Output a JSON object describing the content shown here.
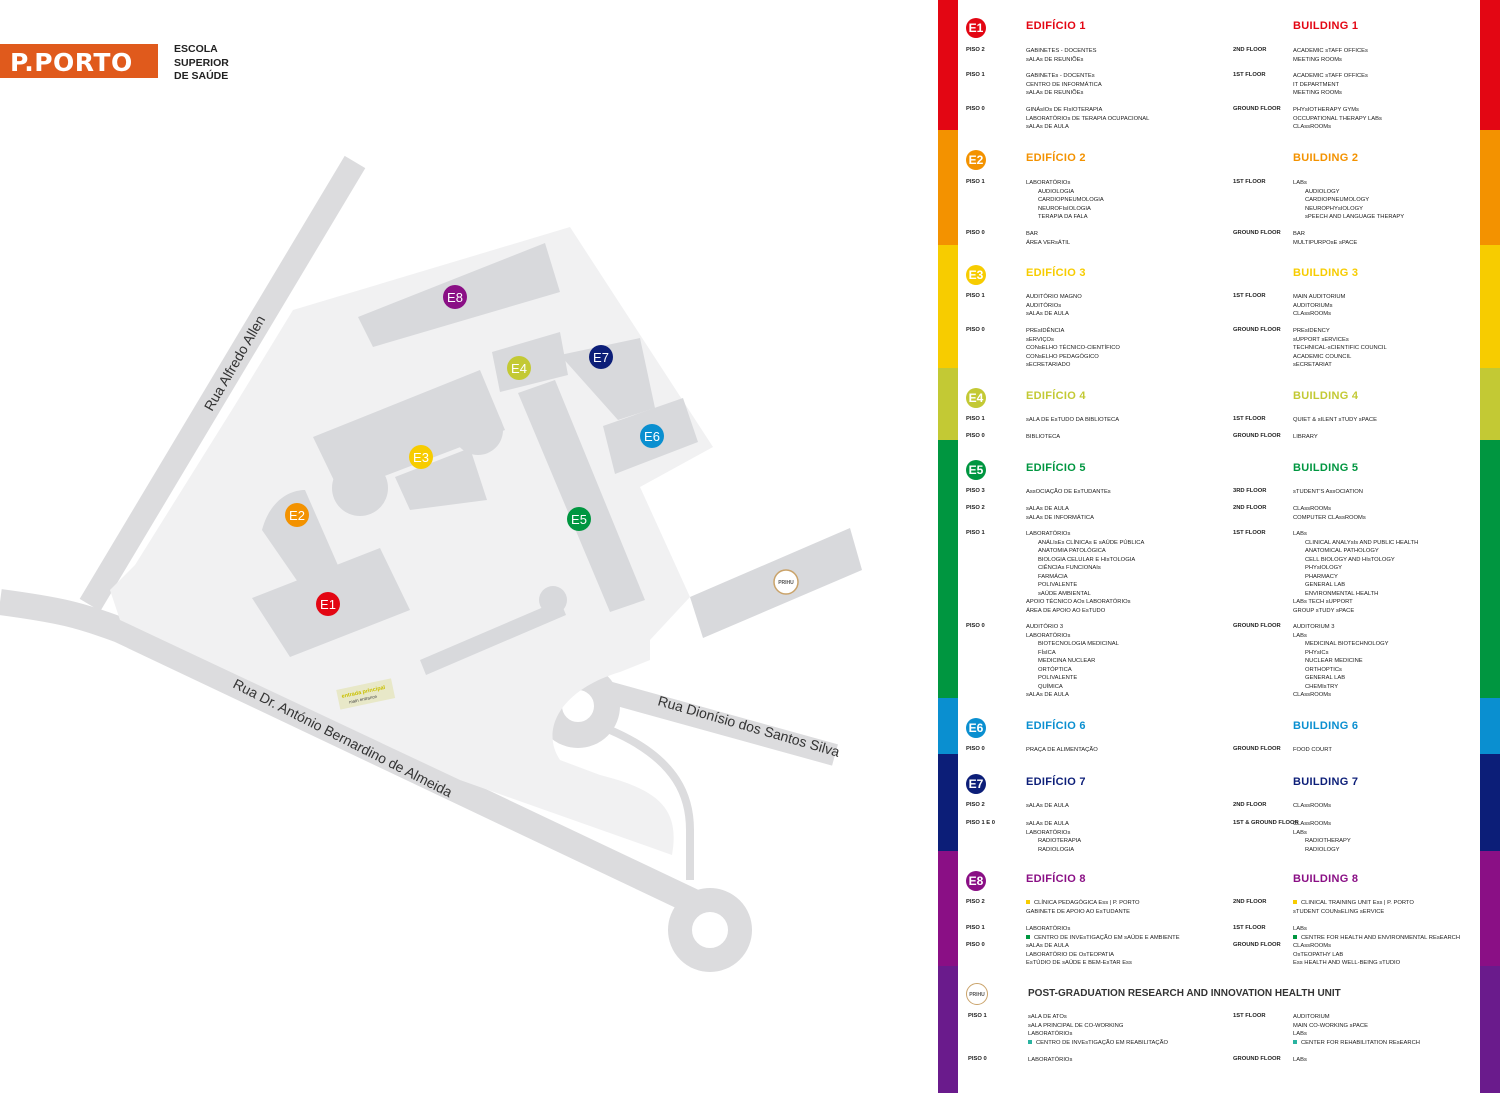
{
  "header": {
    "logo": "P.PORTO",
    "school": [
      "ESCOLA",
      "SUPERIOR",
      "DE SAÚDE"
    ]
  },
  "map": {
    "streets": [
      "Rua Alfredo Allen",
      "Rua Dr. António Bernardino de Almeida",
      "Rua Dionísio dos Santos Silva"
    ],
    "entrance": {
      "label": "entrada principal",
      "sublabel": "main entrance"
    },
    "markers": [
      "E1",
      "E2",
      "E3",
      "E4",
      "E5",
      "E6",
      "E7",
      "E8"
    ],
    "prihu_label": "PRIHU"
  },
  "colors": {
    "E1": "#e30613",
    "E2": "#f39200",
    "E3": "#f7cc00",
    "E4": "#c3c934",
    "E5": "#009640",
    "E6": "#0a8fd0",
    "E7": "#0c1e78",
    "E8": "#8a0f85",
    "PRIHU": "#6a1b8c",
    "building": "#d8d9dc",
    "ground": "#f1f1f2",
    "road": "#dcdcde",
    "logo": "#e05a1c"
  },
  "legend": {
    "buildings": [
      {
        "id": "E1",
        "pt": "EDIFÍCIO 1",
        "en": "BUILDING 1",
        "floors": [
          {
            "pt_floor": "PISO 2",
            "en_floor": "2ND FLOOR",
            "pt": [
              [
                "GABINETES - DOCENTES",
                0
              ],
              [
                "sALAs DE REUNIÕEs",
                0
              ]
            ],
            "en": [
              [
                "ACADEMIC sTAFF OFFICEs",
                0
              ],
              [
                "MEETING ROOMs",
                0
              ]
            ]
          },
          {
            "pt_floor": "PISO 1",
            "en_floor": "1ST FLOOR",
            "pt": [
              [
                "GABINETEs - DOCENTEs",
                0
              ],
              [
                "CENTRO DE INFORMÁTICA",
                0
              ],
              [
                "sALAs DE REUNIÕEs",
                0
              ]
            ],
            "en": [
              [
                "ACADEMIC sTAFF OFFICEs",
                0
              ],
              [
                "IT DEPARTMENT",
                0
              ],
              [
                "MEETING ROOMs",
                0
              ]
            ]
          },
          {
            "pt_floor": "PISO 0",
            "en_floor": "GROUND FLOOR",
            "pt": [
              [
                "GINÁsIOs DE FIsIOTERAPIA",
                0
              ],
              [
                "LABORATÓRIOs DE TERAPIA OCUPACIONAL",
                0
              ],
              [
                "sALAs DE AULA",
                0
              ]
            ],
            "en": [
              [
                "PHYsIOTHERAPY GYMs",
                0
              ],
              [
                "OCCUPATIONAL THERAPY LABs",
                0
              ],
              [
                "CLAssROOMs",
                0
              ]
            ]
          }
        ]
      },
      {
        "id": "E2",
        "pt": "EDIFÍCIO 2",
        "en": "BUILDING 2",
        "floors": [
          {
            "pt_floor": "PISO 1",
            "en_floor": "1ST FLOOR",
            "pt": [
              [
                "LABORATÓRIOs",
                0
              ],
              [
                "AUDIOLOGIA",
                1
              ],
              [
                "CARDIOPNEUMOLOGIA",
                1
              ],
              [
                "NEUROFIsIOLOGIA",
                1
              ],
              [
                "TERAPIA DA FALA",
                1
              ]
            ],
            "en": [
              [
                "LABs",
                0
              ],
              [
                "AUDIOLOGY",
                1
              ],
              [
                "CARDIOPNEUMOLOGY",
                1
              ],
              [
                "NEUROPHYsIOLOGY",
                1
              ],
              [
                "sPEECH AND LANGUAGE THERAPY",
                1
              ]
            ]
          },
          {
            "pt_floor": "PISO 0",
            "en_floor": "GROUND FLOOR",
            "pt": [
              [
                "BAR",
                0
              ],
              [
                "ÁREA VERsÁTIL",
                0
              ]
            ],
            "en": [
              [
                "BAR",
                0
              ],
              [
                "MULTIPURPOsE sPACE",
                0
              ]
            ]
          }
        ]
      },
      {
        "id": "E3",
        "pt": "EDIFÍCIO 3",
        "en": "BUILDING 3",
        "floors": [
          {
            "pt_floor": "PISO 1",
            "en_floor": "1ST FLOOR",
            "pt": [
              [
                "AUDITÓRIO MAGNO",
                0
              ],
              [
                "AUDITÓRIOs",
                0
              ],
              [
                "sALAs DE AULA",
                0
              ]
            ],
            "en": [
              [
                "MAIN AUDITORIUM",
                0
              ],
              [
                "AUDITORIUMs",
                0
              ],
              [
                "CLAssROOMs",
                0
              ]
            ]
          },
          {
            "pt_floor": "PISO 0",
            "en_floor": "GROUND FLOOR",
            "pt": [
              [
                "PREsIDÊNCIA",
                0
              ],
              [
                "sERVIÇOs",
                0
              ],
              [
                "CONsELHO TÉCNICO-CIENTÍFICO",
                0
              ],
              [
                "CONsELHO PEDAGÓGICO",
                0
              ],
              [
                "sECRETARIADO",
                0
              ]
            ],
            "en": [
              [
                "PREsIDENCY",
                0
              ],
              [
                "sUPPORT sERVICEs",
                0
              ],
              [
                "TECHNICAL-sCIENTIFIC COUNCIL",
                0
              ],
              [
                "ACADEMIC COUNCIL",
                0
              ],
              [
                "sECRETARIAT",
                0
              ]
            ]
          }
        ]
      },
      {
        "id": "E4",
        "pt": "EDIFÍCIO 4",
        "en": "BUILDING 4",
        "floors": [
          {
            "pt_floor": "PISO 1",
            "en_floor": "1ST FLOOR",
            "pt": [
              [
                "sALA DE EsTUDO DA BIBLIOTECA",
                0
              ]
            ],
            "en": [
              [
                "QUIET & sILENT sTUDY sPACE",
                0
              ]
            ]
          },
          {
            "pt_floor": "PISO 0",
            "en_floor": "GROUND FLOOR",
            "pt": [
              [
                "BIBLIOTECA",
                0
              ]
            ],
            "en": [
              [
                "LIBRARY",
                0
              ]
            ]
          }
        ]
      },
      {
        "id": "E5",
        "pt": "EDIFÍCIO 5",
        "en": "BUILDING 5",
        "floors": [
          {
            "pt_floor": "PISO 3",
            "en_floor": "3RD FLOOR",
            "pt": [
              [
                "AssOCIAÇÃO DE EsTUDANTEs",
                0
              ]
            ],
            "en": [
              [
                "sTUDENT'S AssOCIATION",
                0
              ]
            ]
          },
          {
            "pt_floor": "PISO 2",
            "en_floor": "2ND FLOOR",
            "pt": [
              [
                "sALAs DE AULA",
                0
              ],
              [
                "sALAs DE INFORMÁTICA",
                0
              ]
            ],
            "en": [
              [
                "CLAssROOMs",
                0
              ],
              [
                "COMPUTER CLAssROOMs",
                0
              ]
            ]
          },
          {
            "pt_floor": "PISO 1",
            "en_floor": "1ST FLOOR",
            "pt": [
              [
                "LABORATÓRIOs",
                0
              ],
              [
                "ANÁLIsEs CLÍNICAs E sAÚDE PÚBLICA",
                1
              ],
              [
                "ANATOMIA PATOLÓGICA",
                1
              ],
              [
                "BIOLOGIA CELULAR E HIsTOLOGIA",
                1
              ],
              [
                "CIÊNCIAs FUNCIONAIs",
                1
              ],
              [
                "FARMÁCIA",
                1
              ],
              [
                "POLIVALENTE",
                1
              ],
              [
                "sAÚDE AMBIENTAL",
                1
              ],
              [
                "APOIO TÉCNICO AOs LABORATÓRIOs",
                0
              ],
              [
                "ÁREA DE APOIO AO EsTUDO",
                0
              ]
            ],
            "en": [
              [
                "LABs",
                0
              ],
              [
                "CLINICAL ANALYsIs AND PUBLIC HEALTH",
                1
              ],
              [
                "ANATOMICAL PATHOLOGY",
                1
              ],
              [
                "CELL BIOLOGY AND HIsTOLOGY",
                1
              ],
              [
                "PHYsIOLOGY",
                1
              ],
              [
                "PHARMACY",
                1
              ],
              [
                "GENERAL LAB",
                1
              ],
              [
                "ENVIRONMENTAL HEALTH",
                1
              ],
              [
                "LABs TECH sUPPORT",
                0
              ],
              [
                "GROUP sTUDY sPACE",
                0
              ]
            ]
          },
          {
            "pt_floor": "PISO 0",
            "en_floor": "GROUND FLOOR",
            "pt": [
              [
                "AUDITÓRIO 3",
                0
              ],
              [
                "LABORATÓRIOs",
                0
              ],
              [
                "BIOTECNOLOGIA MEDICINAL",
                1
              ],
              [
                "FÍsICA",
                1
              ],
              [
                "MEDICINA NUCLEAR",
                1
              ],
              [
                "ORTÓPTICA",
                1
              ],
              [
                "POLIVALENTE",
                1
              ],
              [
                "QUÍMICA",
                1
              ],
              [
                "sALAs DE AULA",
                0
              ]
            ],
            "en": [
              [
                "AUDITORIUM 3",
                0
              ],
              [
                "LABs",
                0
              ],
              [
                "MEDICINAL BIOTECHNOLOGY",
                1
              ],
              [
                "PHYsICs",
                1
              ],
              [
                "NUCLEAR MEDICINE",
                1
              ],
              [
                "ORTHOPTICs",
                1
              ],
              [
                "GENERAL LAB",
                1
              ],
              [
                "CHEMIsTRY",
                1
              ],
              [
                "CLAssROOMs",
                0
              ]
            ]
          }
        ]
      },
      {
        "id": "E6",
        "pt": "EDIFÍCIO 6",
        "en": "BUILDING 6",
        "floors": [
          {
            "pt_floor": "PISO 0",
            "en_floor": "GROUND FLOOR",
            "pt": [
              [
                "PRAÇA DE ALIMENTAÇÃO",
                0
              ]
            ],
            "en": [
              [
                "FOOD COURT",
                0
              ]
            ]
          }
        ]
      },
      {
        "id": "E7",
        "pt": "EDIFÍCIO 7",
        "en": "BUILDING 7",
        "floors": [
          {
            "pt_floor": "PISO 2",
            "en_floor": "2ND FLOOR",
            "pt": [
              [
                "sALAs DE AULA",
                0
              ]
            ],
            "en": [
              [
                "CLAssROOMs",
                0
              ]
            ]
          },
          {
            "pt_floor": "PISO 1 E 0",
            "en_floor": "1ST & GROUND FLOOR",
            "pt": [
              [
                "sALAs DE AULA",
                0
              ],
              [
                "LABORATÓRIOs",
                0
              ],
              [
                "RADIOTERAPIA",
                1
              ],
              [
                "RADIOLOGIA",
                1
              ]
            ],
            "en": [
              [
                "CLAssROOMs",
                0
              ],
              [
                "LABs",
                0
              ],
              [
                "RADIOTHERAPY",
                1
              ],
              [
                "RADIOLOGY",
                1
              ]
            ]
          }
        ]
      },
      {
        "id": "E8",
        "pt": "EDIFÍCIO 8",
        "en": "BUILDING 8",
        "floors": [
          {
            "pt_floor": "PISO 2",
            "en_floor": "2ND FLOOR",
            "pt": [
              [
                "CLÍNICA PEDAGÓGICA Ess | P. PORTO",
                2
              ],
              [
                "GABINETE DE APOIO AO EsTUDANTE",
                0
              ]
            ],
            "en": [
              [
                "CLINICAL TRAINING UNIT Ess | P. PORTO",
                2
              ],
              [
                "sTUDENT COUNsELING sERVICE",
                0
              ]
            ]
          },
          {
            "pt_floor": "PISO 1",
            "en_floor": "1ST FLOOR",
            "pt": [
              [
                "LABORATÓRIOs",
                0
              ],
              [
                "CENTRO DE INVEsTIGAÇÃO EM sAÚDE E AMBIENTE",
                3
              ]
            ],
            "en": [
              [
                "LABs",
                0
              ],
              [
                "CENTRE FOR HEALTH AND ENVIRONMENTAL REsEARCH",
                3
              ]
            ]
          },
          {
            "pt_floor": "PISO 0",
            "en_floor": "GROUND FLOOR",
            "pt": [
              [
                "sALAs DE AULA",
                0
              ],
              [
                "LABORATÓRIO DE OsTEOPATIA",
                0
              ],
              [
                "EsTÚDIO DE sAÚDE E BEM-EsTAR Ess",
                0
              ]
            ],
            "en": [
              [
                "CLAssROOMs",
                0
              ],
              [
                "OsTEOPATHY LAB",
                0
              ],
              [
                "Ess HEALTH AND WELL-BEING sTUDIO",
                0
              ]
            ]
          }
        ]
      }
    ],
    "prihu": {
      "badge": "PRIHU",
      "title": "POST-GRADUATION RESEARCH AND INNOVATION HEALTH UNIT",
      "floors": [
        {
          "pt_floor": "PISO 1",
          "en_floor": "1ST FLOOR",
          "pt": [
            [
              "sALA DE ATOs",
              0
            ],
            [
              "sALA PRINCIPAL DE CO-WORKING",
              0
            ],
            [
              "LABORATÓRIOs",
              0
            ],
            [
              "CENTRO DE INVEsTIGAÇÃO EM REABILITAÇÃO",
              4
            ]
          ],
          "en": [
            [
              "AUDITORIUM",
              0
            ],
            [
              "MAIN CO-WORKING sPACE",
              0
            ],
            [
              "LABs",
              0
            ],
            [
              "CENTER FOR REHABILITATION REsEARCH",
              4
            ]
          ]
        },
        {
          "pt_floor": "PISO 0",
          "en_floor": "GROUND FLOOR",
          "pt": [
            [
              "LABORATÓRIOs",
              0
            ]
          ],
          "en": [
            [
              "LABs",
              0
            ]
          ]
        }
      ]
    }
  }
}
